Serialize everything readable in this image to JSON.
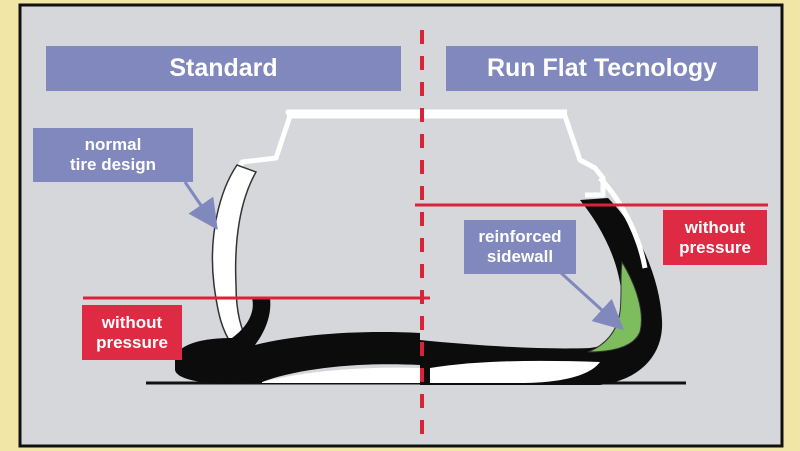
{
  "colors": {
    "page_border": "#f2e6a6",
    "frame": "#111111",
    "background": "#d5d7db",
    "title_box": "#8088bd",
    "warning_box": "#de2a43",
    "pressure_line": "#d8243a",
    "divider": "#d8243a",
    "tire_outline": "#ffffff",
    "tire_black": "#0c0c0c",
    "reinforcement": "#7dbd5e"
  },
  "left": {
    "title": "Standard",
    "callout": "normal\ntire design",
    "warning": "without\npressure"
  },
  "right": {
    "title": "Run Flat Tecnology",
    "callout": "reinforced\nsidewall",
    "warning": "without\npressure"
  }
}
